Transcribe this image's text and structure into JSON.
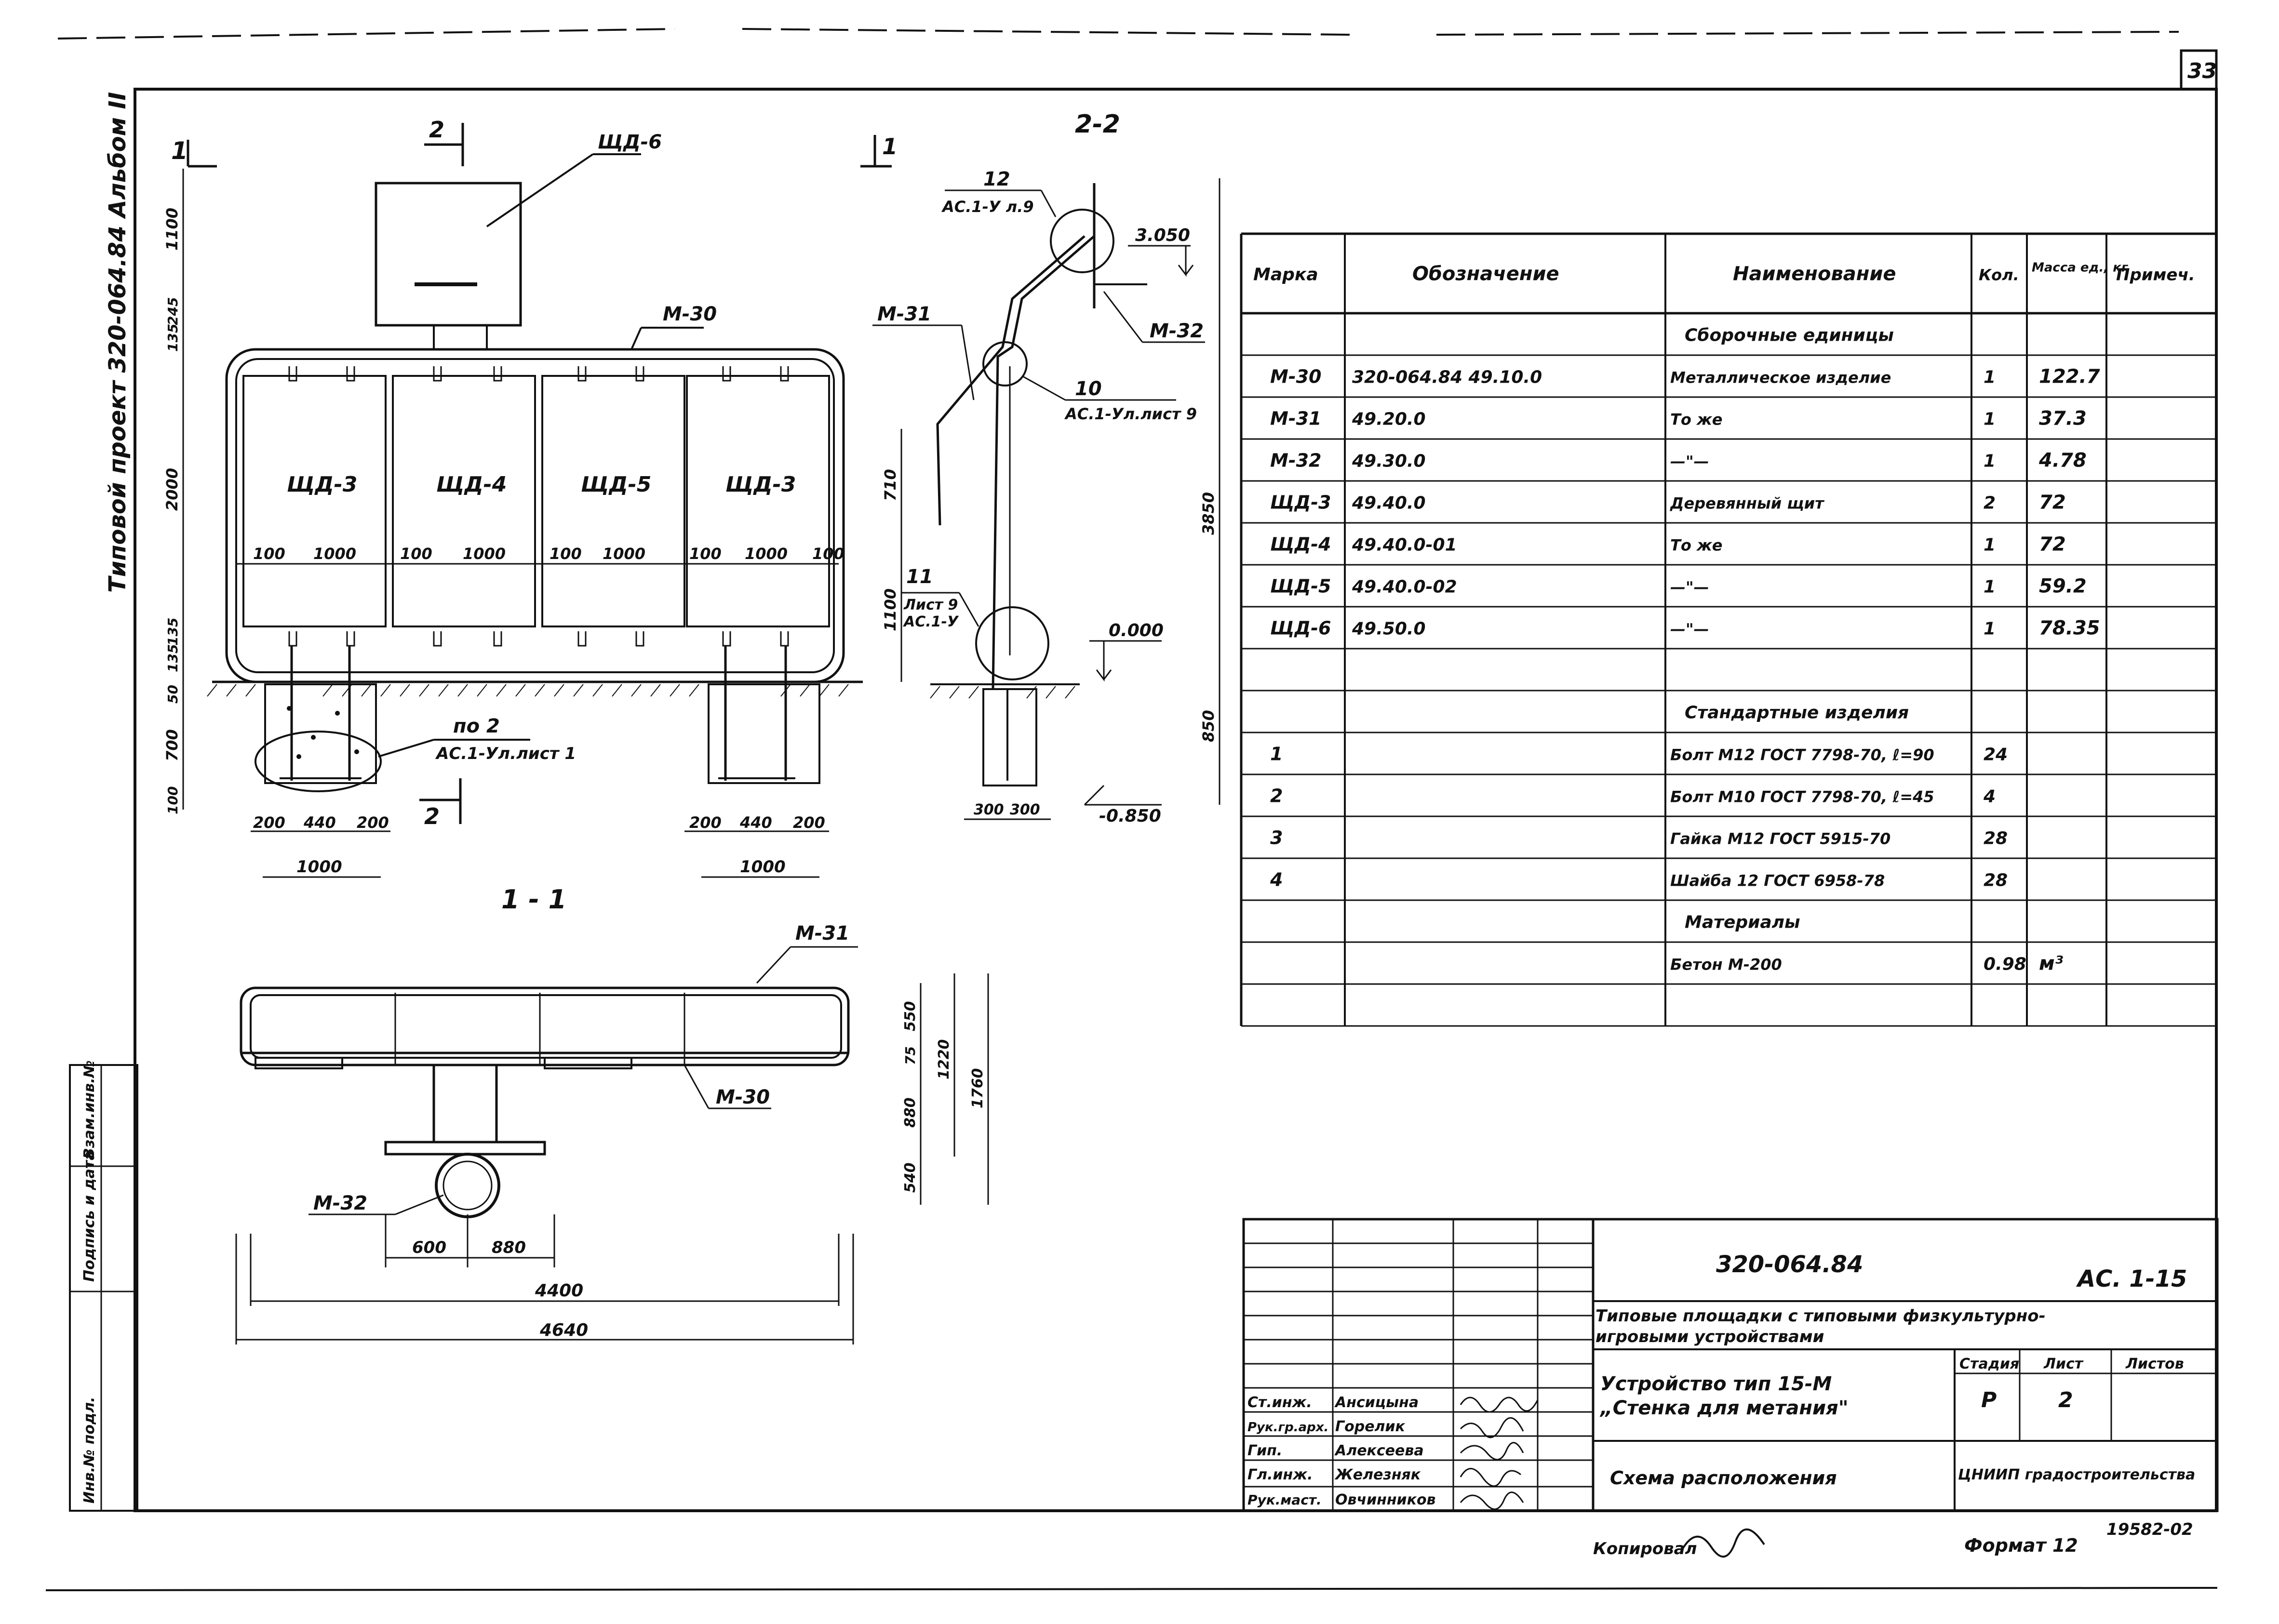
{
  "sheet": {
    "page_number": "33",
    "side_title": "Типовой проект 320-064.84 Альбом II",
    "stamp_columns": [
      "Инв.№ подл.",
      "Подпись и дата",
      "Взам.инв.№"
    ],
    "copied_label": "Копировал",
    "format_label": "Формат 12",
    "order_number": "19582-02"
  },
  "drawing": {
    "section_2_2_title": "2-2",
    "section_1_1_title": "1 - 1",
    "cut_marks": [
      "1",
      "2",
      "1",
      "2"
    ],
    "panels": [
      "ЩД-3",
      "ЩД-4",
      "ЩД-5",
      "ЩД-3"
    ],
    "top_panel": "ЩД-6",
    "labels": {
      "m30": "М-30",
      "m31": "М-31",
      "m32": "М-32",
      "m31_plan": "М-31",
      "m30_plan": "М-30",
      "m32_plan": "М-32"
    },
    "callouts": {
      "c12_num": "12",
      "c12_ref": "АС.1-У л.9",
      "c10_num": "10",
      "c10_ref": "АС.1-Ул.лист 9",
      "c11_num": "11",
      "c11_ref1": "Лист 9",
      "c11_ref2": "АС.1-У",
      "po2": "по 2",
      "po2_ref": "АС.1-Ул.лист 1"
    },
    "elevations": {
      "top": "3.050",
      "ground": "0.000",
      "bottom": "-0.850"
    },
    "dims": {
      "left_vertical": [
        "1100",
        "135",
        "245",
        "2000",
        "135",
        "135",
        "50",
        "700",
        "100"
      ],
      "panel_widths": [
        "100",
        "1000",
        "100",
        "1000",
        "100",
        "1000",
        "100",
        "1000",
        "100"
      ],
      "footing_left": [
        "200",
        "440",
        "200"
      ],
      "footing_left_total": "1000",
      "footing_right": [
        "200",
        "440",
        "200"
      ],
      "footing_right_total": "1000",
      "sec_vert": [
        "710",
        "1100"
      ],
      "sec_total": "3850",
      "sec_depth": "850",
      "sec_footing": [
        "300",
        "300"
      ],
      "plan_right": [
        "550",
        "75",
        "880",
        "540"
      ],
      "plan_right_total1": "1220",
      "plan_right_total2": "1760",
      "plan_bottom": [
        "600",
        "880"
      ],
      "plan_total1": "4400",
      "plan_total2": "4640"
    }
  },
  "spec_table": {
    "headers": [
      "Марка",
      "Обозначение",
      "Наименование",
      "Кол.",
      "Масса ед., кг",
      "Примеч."
    ],
    "rows": [
      [
        "",
        "",
        "Сборочные единицы",
        "",
        "",
        ""
      ],
      [
        "М-30",
        "320-064.84    49.10.0",
        "Металлическое изделие",
        "1",
        "122.7",
        ""
      ],
      [
        "М-31",
        "49.20.0",
        "То же",
        "1",
        "37.3",
        ""
      ],
      [
        "М-32",
        "49.30.0",
        "—\"—",
        "1",
        "4.78",
        ""
      ],
      [
        "ЩД-3",
        "49.40.0",
        "Деревянный щит",
        "2",
        "72",
        ""
      ],
      [
        "ЩД-4",
        "49.40.0-01",
        "То же",
        "1",
        "72",
        ""
      ],
      [
        "ЩД-5",
        "49.40.0-02",
        "—\"—",
        "1",
        "59.2",
        ""
      ],
      [
        "ЩД-6",
        "49.50.0",
        "—\"—",
        "1",
        "78.35",
        ""
      ],
      [
        "",
        "",
        "",
        "",
        "",
        ""
      ],
      [
        "",
        "",
        "Стандартные изделия",
        "",
        "",
        ""
      ],
      [
        "1",
        "",
        "Болт М12 ГОСТ 7798-70, ℓ=90",
        "24",
        "",
        ""
      ],
      [
        "2",
        "",
        "Болт М10 ГОСТ 7798-70, ℓ=45",
        "4",
        "",
        ""
      ],
      [
        "3",
        "",
        "Гайка М12 ГОСТ 5915-70",
        "28",
        "",
        ""
      ],
      [
        "4",
        "",
        "Шайба 12 ГОСТ 6958-78",
        "28",
        "",
        ""
      ],
      [
        "",
        "",
        "Материалы",
        "",
        "",
        ""
      ],
      [
        "",
        "",
        "Бетон М-200",
        "0.98",
        "м³",
        ""
      ],
      [
        "",
        "",
        "",
        "",
        "",
        ""
      ]
    ]
  },
  "title_block": {
    "project_code": "320-064.84",
    "sheet_code": "АС. 1-15",
    "project_title_1": "Типовые площадки с типовыми физкультурно-",
    "project_title_2": "игровыми устройствами",
    "object_1": "Устройство тип 15-М",
    "object_2": "„Стенка для метания\"",
    "drawing_name": "Схема расположения",
    "stage_label": "Стадия",
    "sheet_label": "Лист",
    "sheets_label": "Листов",
    "stage_value": "Р",
    "sheet_value": "2",
    "sheets_value": "",
    "organization": "ЦНИИП градостроительства",
    "people": [
      [
        "Ст.инж.",
        "Ансицына"
      ],
      [
        "Рук.гр.арх.",
        "Горелик"
      ],
      [
        "Гип.",
        "Алексеева"
      ],
      [
        "Гл.инж.",
        "Железняк"
      ],
      [
        "Рук.маст.",
        "Овчинников"
      ]
    ]
  }
}
